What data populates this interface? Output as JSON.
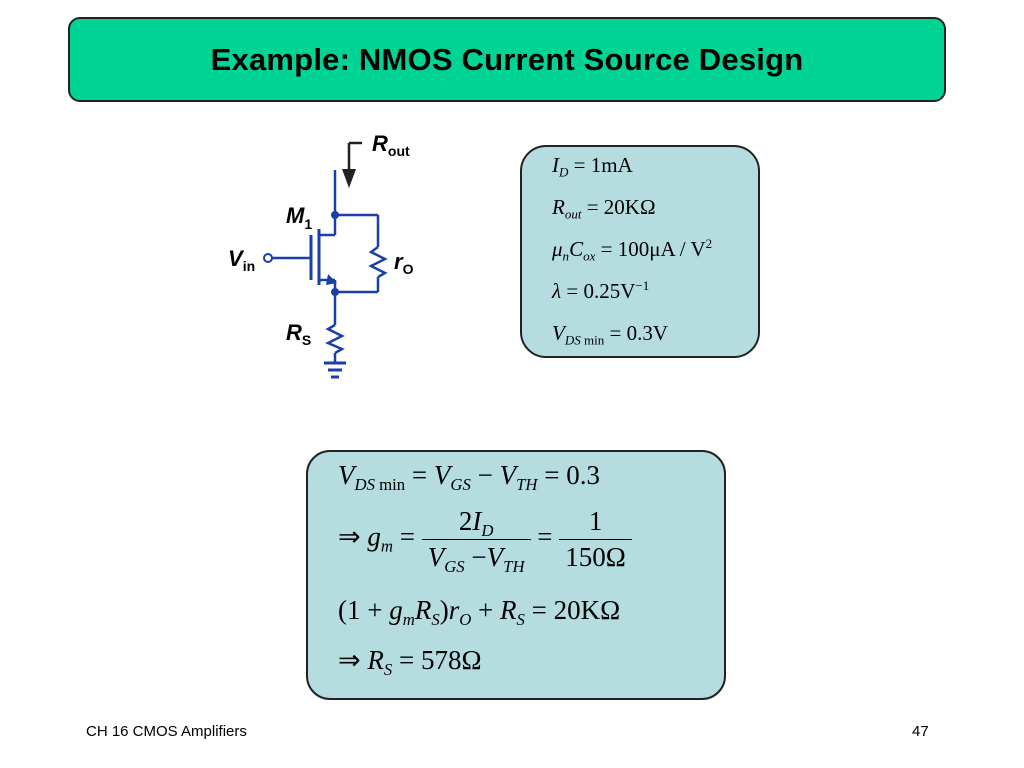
{
  "slide": {
    "title": "Example:  NMOS Current Source Design",
    "footer_left": "CH 16 CMOS Amplifiers",
    "page_number": "47"
  },
  "circuit": {
    "labels": {
      "rout": "R",
      "rout_sub": "out",
      "m1": "M",
      "m1_sub": "1",
      "vin": "V",
      "vin_sub": "in",
      "ro": "r",
      "ro_sub": "O",
      "rs": "R",
      "rs_sub": "S"
    },
    "colors": {
      "wire": "#1a3fa8",
      "node": "#1a3fa8"
    }
  },
  "given": {
    "eq1_rhs": "= 1mA",
    "eq2_rhs": "= 20KΩ",
    "eq3_rhs": "= 100μA / V",
    "eq4_rhs": "= 0.25V",
    "eq5_rhs": "= 0.3V"
  },
  "derivation": {
    "eq1_rhs": "= 0.3",
    "eq2_rhs": "=",
    "eq3_rhs": "= 20KΩ",
    "eq4_rhs": "= 578Ω"
  },
  "colors": {
    "title_bg": "#00d494",
    "box_bg": "#b5dde0"
  }
}
